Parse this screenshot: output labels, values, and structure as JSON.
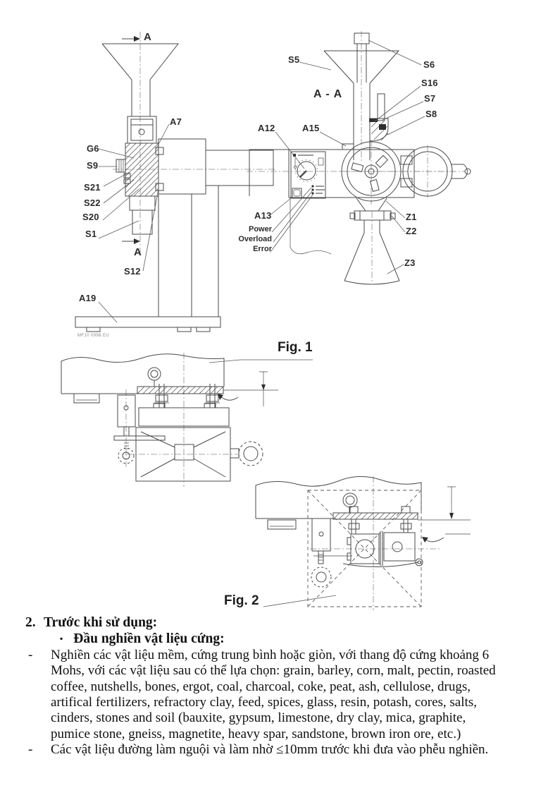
{
  "front": {
    "section_mark_top": "A",
    "section_mark_bottom": "A",
    "labels": {
      "a7": "A7",
      "g6": "G6",
      "s9": "S9",
      "s21": "S21",
      "s22": "S22",
      "s20": "S20",
      "s1": "S1",
      "s12": "S12",
      "a19": "A19"
    },
    "stamp": "MF10 0998 EU"
  },
  "section": {
    "view_mark": "A - A",
    "labels": {
      "s5": "S5",
      "s6": "S6",
      "s16": "S16",
      "s7": "S7",
      "s8": "S8",
      "a12": "A12",
      "a15": "A15",
      "a13": "A13",
      "z1": "Z1",
      "z2": "Z2",
      "z3": "Z3"
    },
    "status": [
      "Power",
      "Overload",
      "Error"
    ]
  },
  "captions": {
    "fig1": "Fig. 1",
    "fig2": "Fig. 2"
  },
  "instructions": {
    "section_number": "2.",
    "section_title": "Trước khi sử dụng:",
    "subsection_bullet": "▪",
    "subsection_title": "Đầu nghiền vật liệu cứng:",
    "items": [
      {
        "marker": "-",
        "text": "Nghiền các vật liệu mềm, cứng trung bình hoặc giòn, với thang độ cứng khoảng 6 Mohs, với các vật liệu sau có thể lựa chọn: grain, barley, corn, malt, pectin, roasted coffee, nutshells, bones, ergot, coal, charcoal, coke, peat, ash, cellulose, drugs, artifical fertilizers, refractory clay, feed, spices, glass, resin, potash, cores, salts, cinders, stones and soil (bauxite, gypsum, limestone, dry clay, mica, graphite, pumice stone, gneiss, magnetite, heavy spar, sandstone, brown iron ore, etc.)"
      },
      {
        "marker": "-",
        "text": "Các vật liệu đường làm nguội và làm nhờ ≤10mm trước khi đưa vào phễu nghiền."
      }
    ]
  }
}
